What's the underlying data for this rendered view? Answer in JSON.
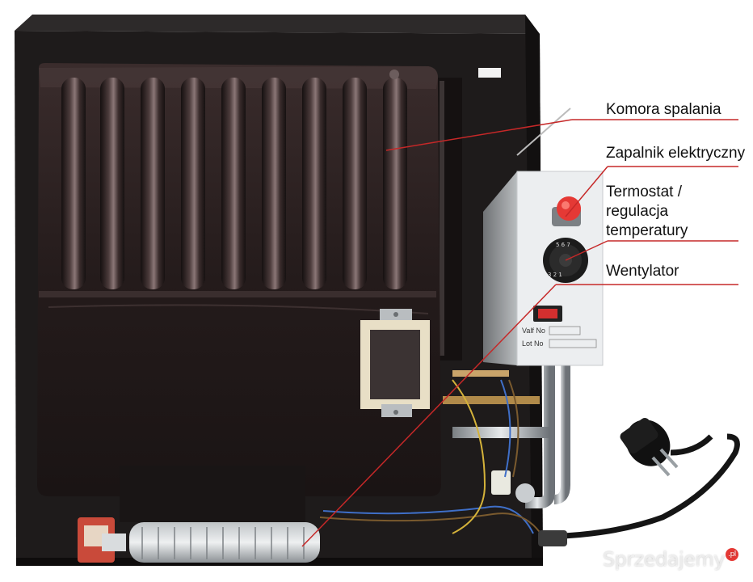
{
  "labels": {
    "combustion_chamber": "Komora spalania",
    "igniter": "Zapalnik elektryczny",
    "thermostat_line1": "Termostat /",
    "thermostat_line2": "regulacja",
    "thermostat_line3": "temperatury",
    "fan": "Wentylator"
  },
  "panel_text": {
    "valf": "Valf No",
    "lot": "Lot No"
  },
  "watermark": {
    "text": "Sprzedajemy",
    "badge": ".pl"
  },
  "colors": {
    "background": "#ffffff",
    "heater_body": "#1f1c1c",
    "chamber": "#2a2020",
    "leader_line": "#c62828",
    "control_panel": "#eef0f1",
    "igniter_button": "#e53935",
    "switch_red": "#d32f2f"
  }
}
